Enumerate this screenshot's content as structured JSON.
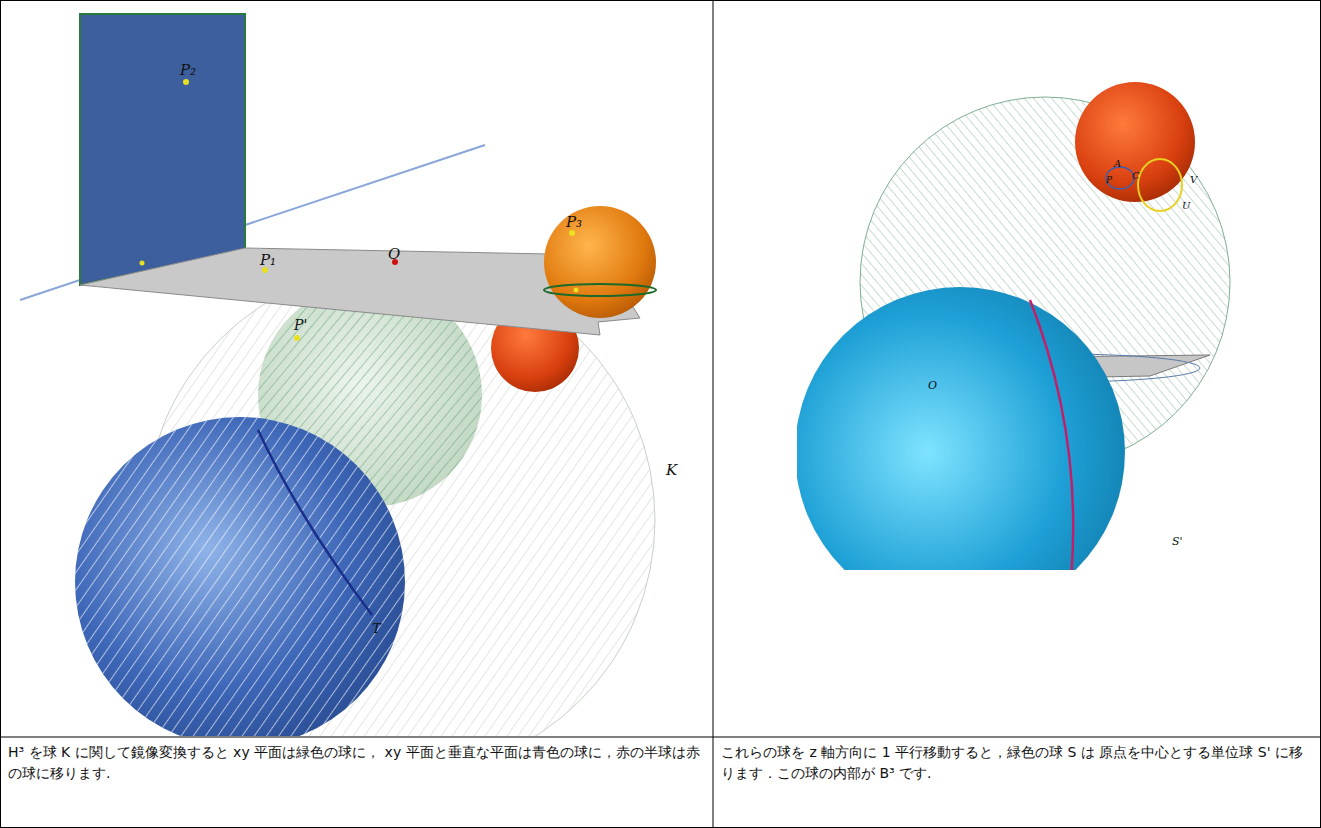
{
  "diagram": {
    "labels": [
      "P₂",
      "P₁",
      "O",
      "P₃",
      "P'",
      "K",
      "T",
      "A",
      "P",
      "C",
      "V",
      "U",
      "O",
      "S'",
      "H³ を球 K に関して鏡像変換すると xy 平面は緑色の球に， xy 平面と垂直な平面は青色の球に，赤の半球は赤の球に移ります.",
      "これらの球を z 軸方向に 1 平行移動すると，緑色の球 S は 原点を中心とする単位球 S' に移ります．この球の内部が B³ です."
    ]
  }
}
